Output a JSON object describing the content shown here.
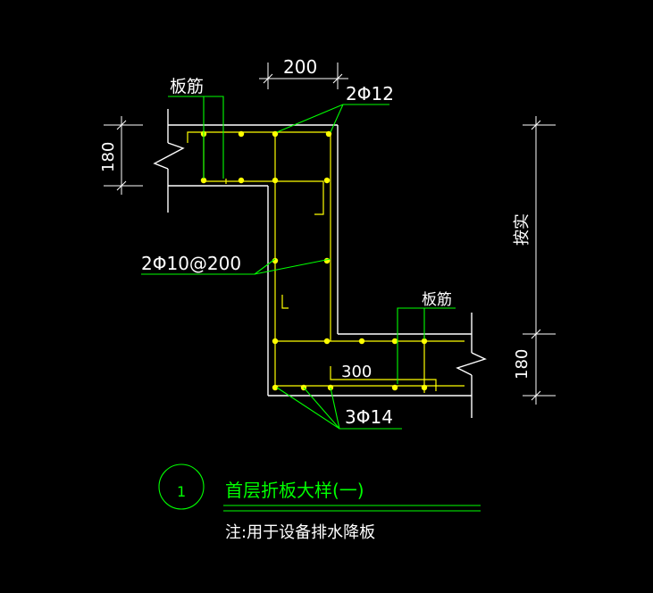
{
  "drawing": {
    "dims": {
      "top_width": "200",
      "top_slab_thickness": "180",
      "bottom_slab_thickness": "180",
      "bottom_width": "300"
    },
    "labels": {
      "top_slab_rebar": "板筋",
      "bottom_slab_rebar": "板筋",
      "top_corner_bars": "2Φ12",
      "stirrups": "2Φ10@200",
      "bottom_bars": "3Φ14",
      "height_note": "按实"
    },
    "detail": {
      "number": "1",
      "title": "首层折板大样(一)",
      "note": "注:用于设备排水降板"
    },
    "colors": {
      "background": "#000000",
      "concrete_outline": "#ffffff",
      "rebar": "#ffff00",
      "rebar_dot": "#ffff00",
      "leader": "#00ff00",
      "dimension": "#ffffff",
      "text": "#ffffff",
      "title": "#00ff00"
    }
  }
}
